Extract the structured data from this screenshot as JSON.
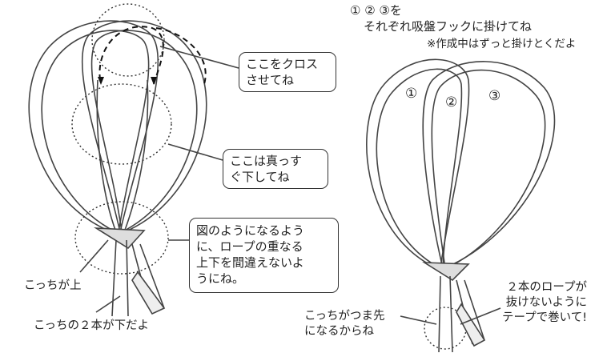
{
  "header": {
    "line1": "① ② ③を",
    "line2": "それぞれ吸盤フックに掛けてね",
    "note": "※作成中はずっと掛けとくだよ"
  },
  "left_diagram": {
    "callout_cross": [
      "ここをクロス",
      "させてね"
    ],
    "callout_straight": [
      "ここは真っす",
      "ぐ下してね"
    ],
    "callout_overlap": [
      "図のようになるよう",
      "に、ロープの重なる",
      "上下を間違えないよ",
      "うにね。"
    ],
    "label_top": "こっちが上",
    "label_bottom": "こっちの２本が下だよ"
  },
  "right_diagram": {
    "loop_labels": [
      "①",
      "②",
      "③"
    ],
    "label_toe": [
      "こっちがつま先",
      "になるからね"
    ],
    "label_tape": [
      "２本のロープが",
      "抜けないように",
      "テープで巻いて!"
    ]
  }
}
